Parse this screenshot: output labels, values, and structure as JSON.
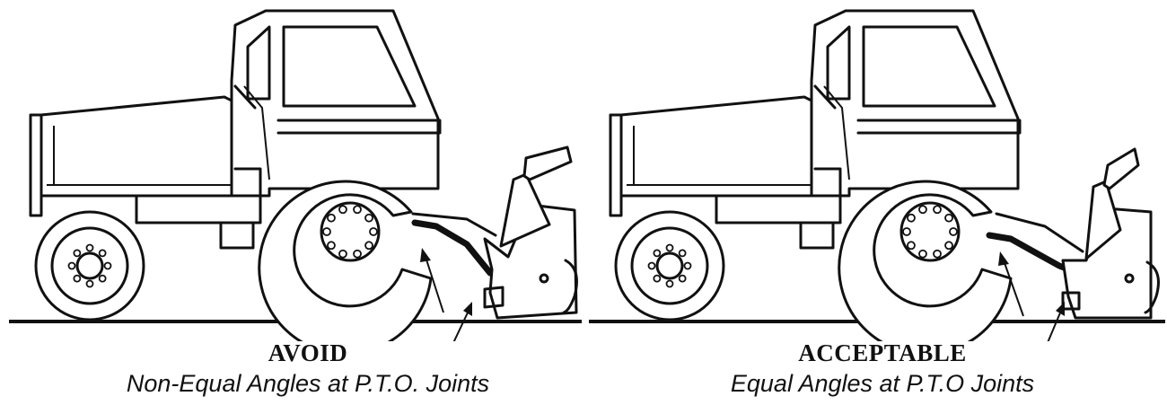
{
  "panels": [
    {
      "title": "AVOID",
      "subtitle": "Non-Equal Angles at P.T.O. Joints"
    },
    {
      "title": "ACCEPTABLE",
      "subtitle": "Equal Angles at P.T.O Joints"
    }
  ]
}
